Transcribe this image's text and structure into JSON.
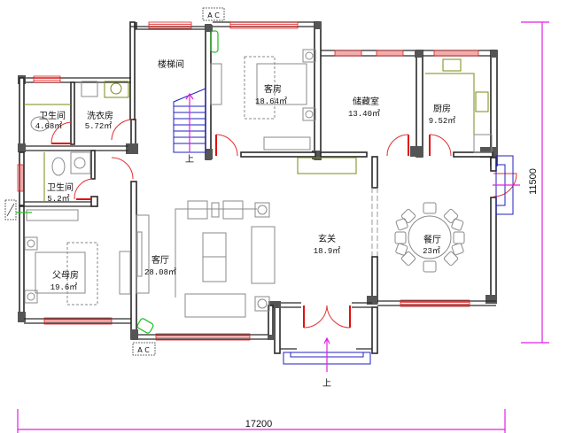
{
  "plan": {
    "type": "floor-plan",
    "rooms": [
      {
        "id": "staircase",
        "name": "楼梯间",
        "area": ""
      },
      {
        "id": "guest-room",
        "name": "客房",
        "area": "18.64㎡"
      },
      {
        "id": "storage",
        "name": "储藏室",
        "area": "13.40㎡"
      },
      {
        "id": "kitchen",
        "name": "厨房",
        "area": "9.52㎡"
      },
      {
        "id": "bathroom-1",
        "name": "卫生间",
        "area": "4.68㎡"
      },
      {
        "id": "laundry",
        "name": "洗衣房",
        "area": "5.72㎡"
      },
      {
        "id": "bathroom-2",
        "name": "卫生间",
        "area": "5.2㎡"
      },
      {
        "id": "parents-room",
        "name": "父母房",
        "area": "19.6㎡"
      },
      {
        "id": "living-room",
        "name": "客厅",
        "area": "28.08㎡"
      },
      {
        "id": "foyer",
        "name": "玄关",
        "area": "18.9㎡"
      },
      {
        "id": "dining-room",
        "name": "餐厅",
        "area": "23㎡"
      }
    ],
    "stair_up_label": "上",
    "entry_up_label": "上",
    "ac_label": "A C",
    "dimensions": {
      "width": "17200",
      "height": "11500"
    },
    "colors": {
      "wall": "#555555",
      "window": "#e02020",
      "door": "#e03030",
      "stair": "#2020c0",
      "dimension": "#e020e0",
      "fixture": "#7a8a10"
    }
  }
}
